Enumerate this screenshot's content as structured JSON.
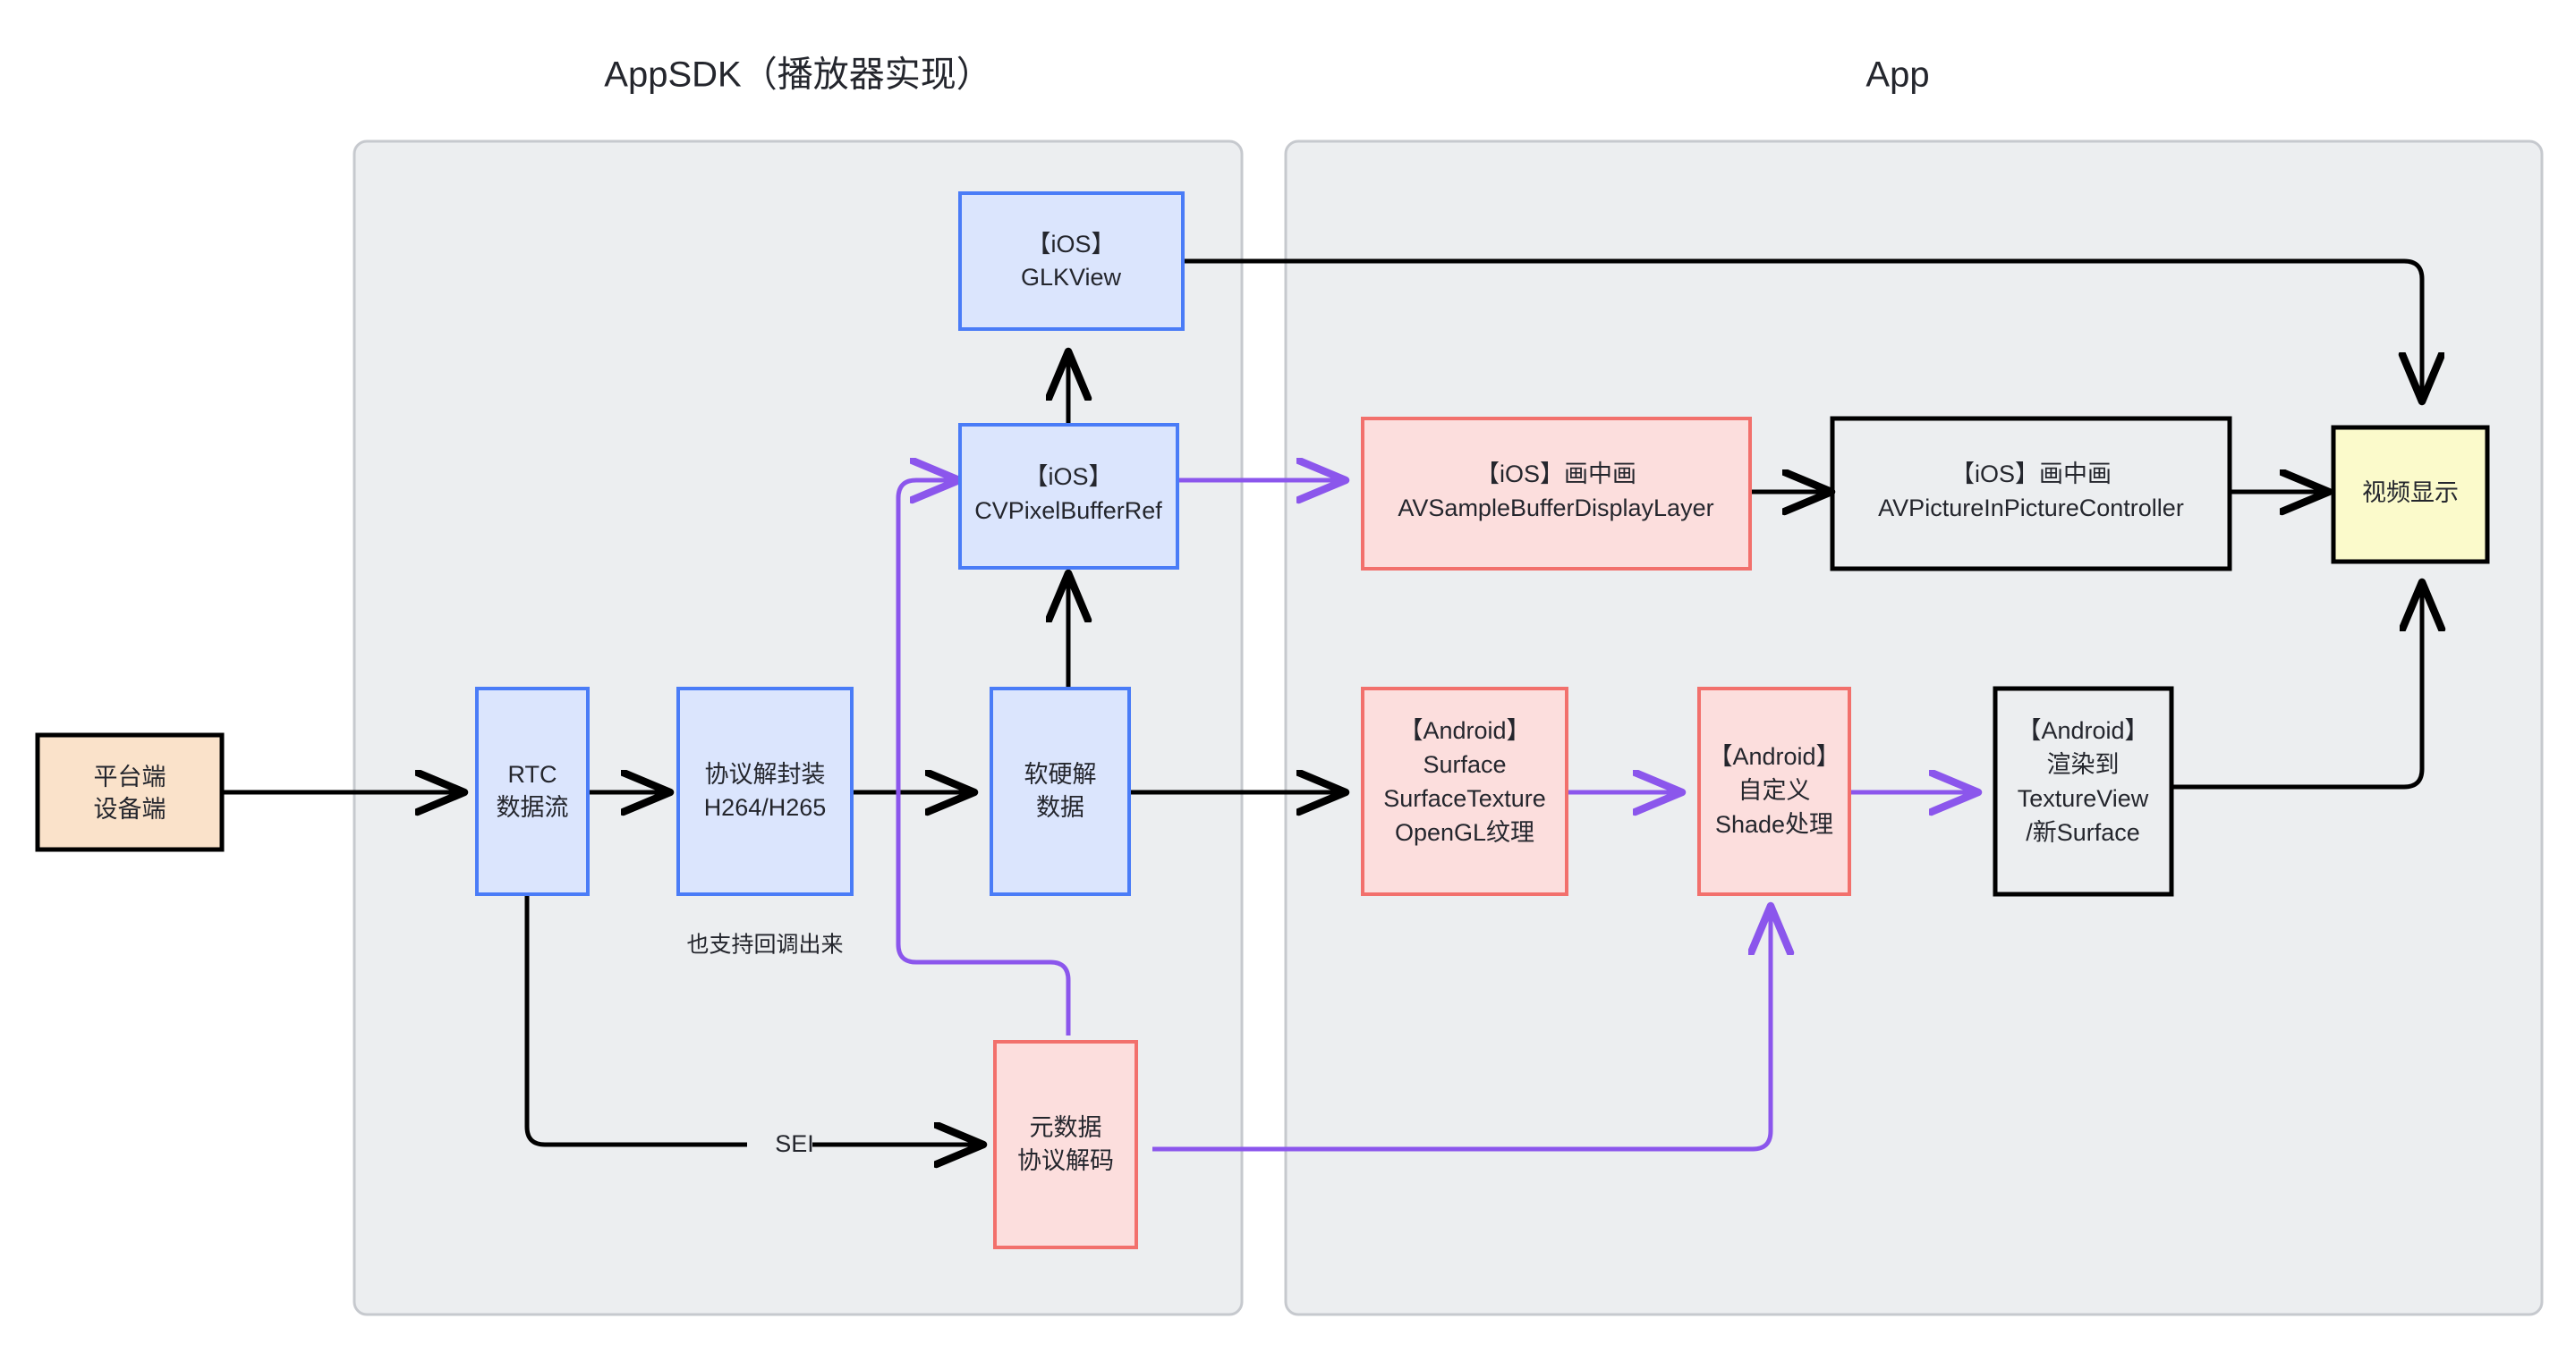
{
  "diagram": {
    "title_left": "AppSDK（播放器实现）",
    "title_right": "App",
    "colors": {
      "panel_fill": "#eceef0",
      "panel_stroke": "#c6c9ce",
      "blue_fill": "#dbe5fd",
      "blue_stroke": "#4a7cf7",
      "pink_fill": "#fcdedd",
      "pink_stroke": "#f2706c",
      "peach_fill": "#fae2ca",
      "yellow_fill": "#fbfacb",
      "black": "#000000",
      "purple": "#8b56ec"
    }
  },
  "nodes": {
    "platform": {
      "l1": "平台端",
      "l2": "设备端"
    },
    "rtc": {
      "l1": "RTC",
      "l2": "数据流"
    },
    "demux": {
      "l1": "协议解封装",
      "l2": "H264/H265"
    },
    "decode": {
      "l1": "软硬解",
      "l2": "数据"
    },
    "pixelbuffer": {
      "l1": "【iOS】",
      "l2": "CVPixelBufferRef"
    },
    "glkview": {
      "l1": "【iOS】",
      "l2": "GLKView"
    },
    "metadata": {
      "l1": "元数据",
      "l2": "协议解码"
    },
    "avsample": {
      "l1": "【iOS】画中画",
      "l2": "AVSampleBufferDisplayLayer"
    },
    "avpip": {
      "l1": "【iOS】画中画",
      "l2": "AVPictureInPictureController"
    },
    "android_surface": {
      "l1": "【Android】",
      "l2": "Surface",
      "l3": "SurfaceTexture",
      "l4": "OpenGL纹理"
    },
    "android_shade": {
      "l1": "【Android】",
      "l2": "自定义",
      "l3": "Shade处理"
    },
    "android_render": {
      "l1": "【Android】",
      "l2": "渲染到",
      "l3": "TextureView",
      "l4": "/新Surface"
    },
    "video_display": {
      "l1": "视频显示"
    }
  },
  "edge_labels": {
    "sei": "SEI",
    "callback_note": "也支持回调出来"
  }
}
